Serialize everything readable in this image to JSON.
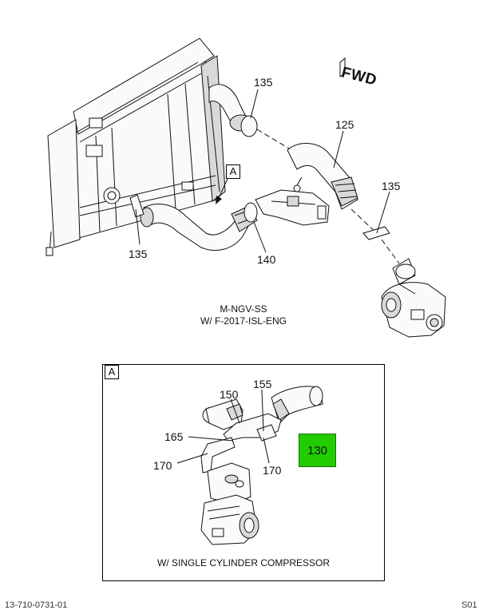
{
  "diagram": {
    "fwd_label": "FWD",
    "callouts_main": {
      "c135_top": "135",
      "c125": "125",
      "c135_right": "135",
      "c135_left": "135",
      "c140": "140"
    },
    "view_ref": "A",
    "caption_main_line1": "M-NGV-SS",
    "caption_main_line2": "W/ F-2017-ISL-ENG",
    "detail": {
      "tag": "A",
      "callouts": {
        "c150": "150",
        "c155": "155",
        "c165": "165",
        "c170_left": "170",
        "c170_right": "170"
      },
      "highlighted_part": "130",
      "highlight_color": "#22cc00",
      "caption": "W/ SINGLE CYLINDER COMPRESSOR"
    }
  },
  "footer": {
    "left_text": "13-710-0731-01",
    "right_text": "S01"
  }
}
